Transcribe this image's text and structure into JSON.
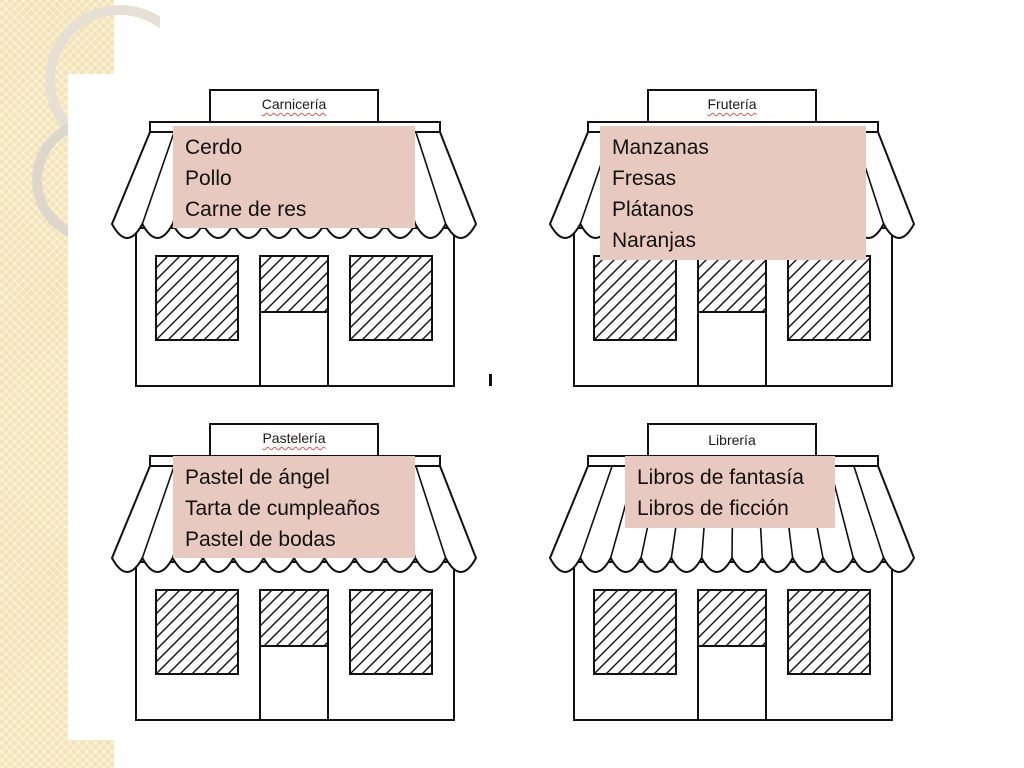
{
  "stores": [
    {
      "sign": "Carnicería",
      "sign_underlined": true,
      "items": [
        "Cerdo",
        "Pollo",
        "Carne de res"
      ]
    },
    {
      "sign": "Frutería",
      "sign_underlined": true,
      "items": [
        "Manzanas",
        "Fresas",
        "Plátanos",
        "Naranjas"
      ]
    },
    {
      "sign": "Pastelería",
      "sign_underlined": true,
      "items": [
        "Pastel de ángel",
        "Tarta de cumpleaños",
        "Pastel de bodas"
      ]
    },
    {
      "sign": "Librería",
      "sign_underlined": false,
      "items": [
        "Libros de fantasía",
        "Libros de ficción"
      ]
    }
  ],
  "colors": {
    "item_box": "#e8c9bf",
    "left_strip": "#f3e3b4",
    "outline": "#111111"
  }
}
